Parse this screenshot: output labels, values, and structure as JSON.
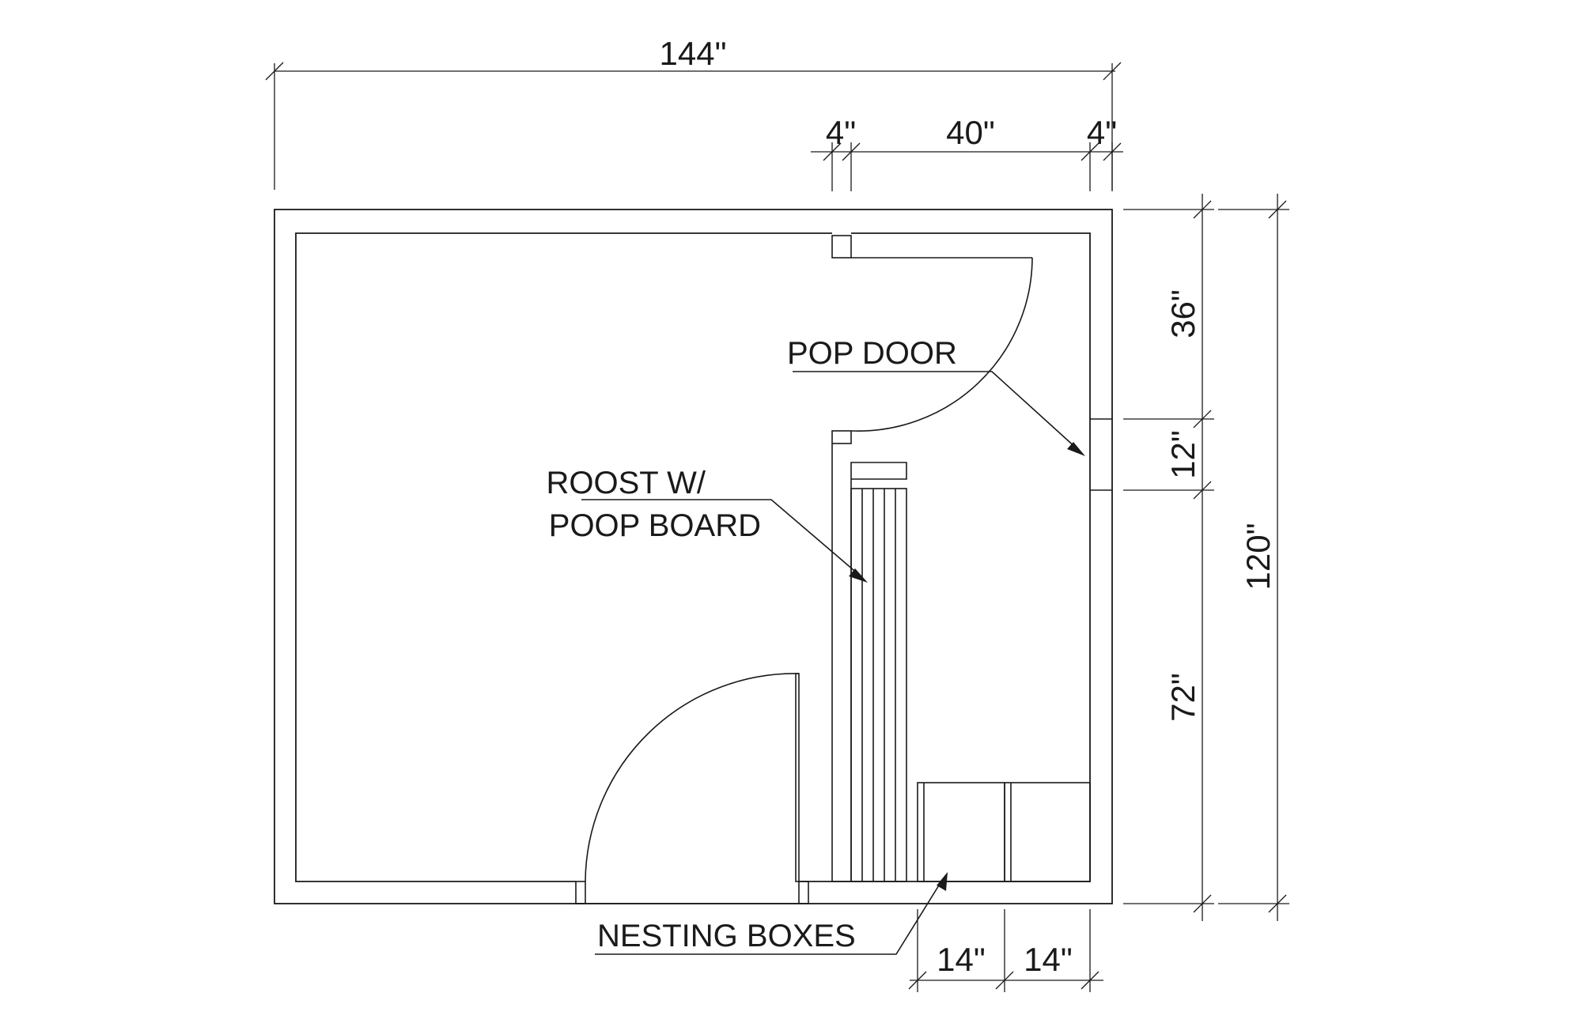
{
  "dimensions": {
    "overall_width": "144\"",
    "pop_door_jamb_left": "4\"",
    "pop_door_width": "40\"",
    "pop_door_jamb_right": "4\"",
    "pop_door_top_offset": "36\"",
    "pop_door_opening": "12\"",
    "pop_door_bottom_offset": "72\"",
    "overall_depth": "120\"",
    "nesting_box_1": "14\"",
    "nesting_box_2": "14\""
  },
  "labels": {
    "pop_door": "POP DOOR",
    "roost_line1": "ROOST W/",
    "roost_line2": "POOP BOARD",
    "nesting_boxes": "NESTING BOXES"
  }
}
